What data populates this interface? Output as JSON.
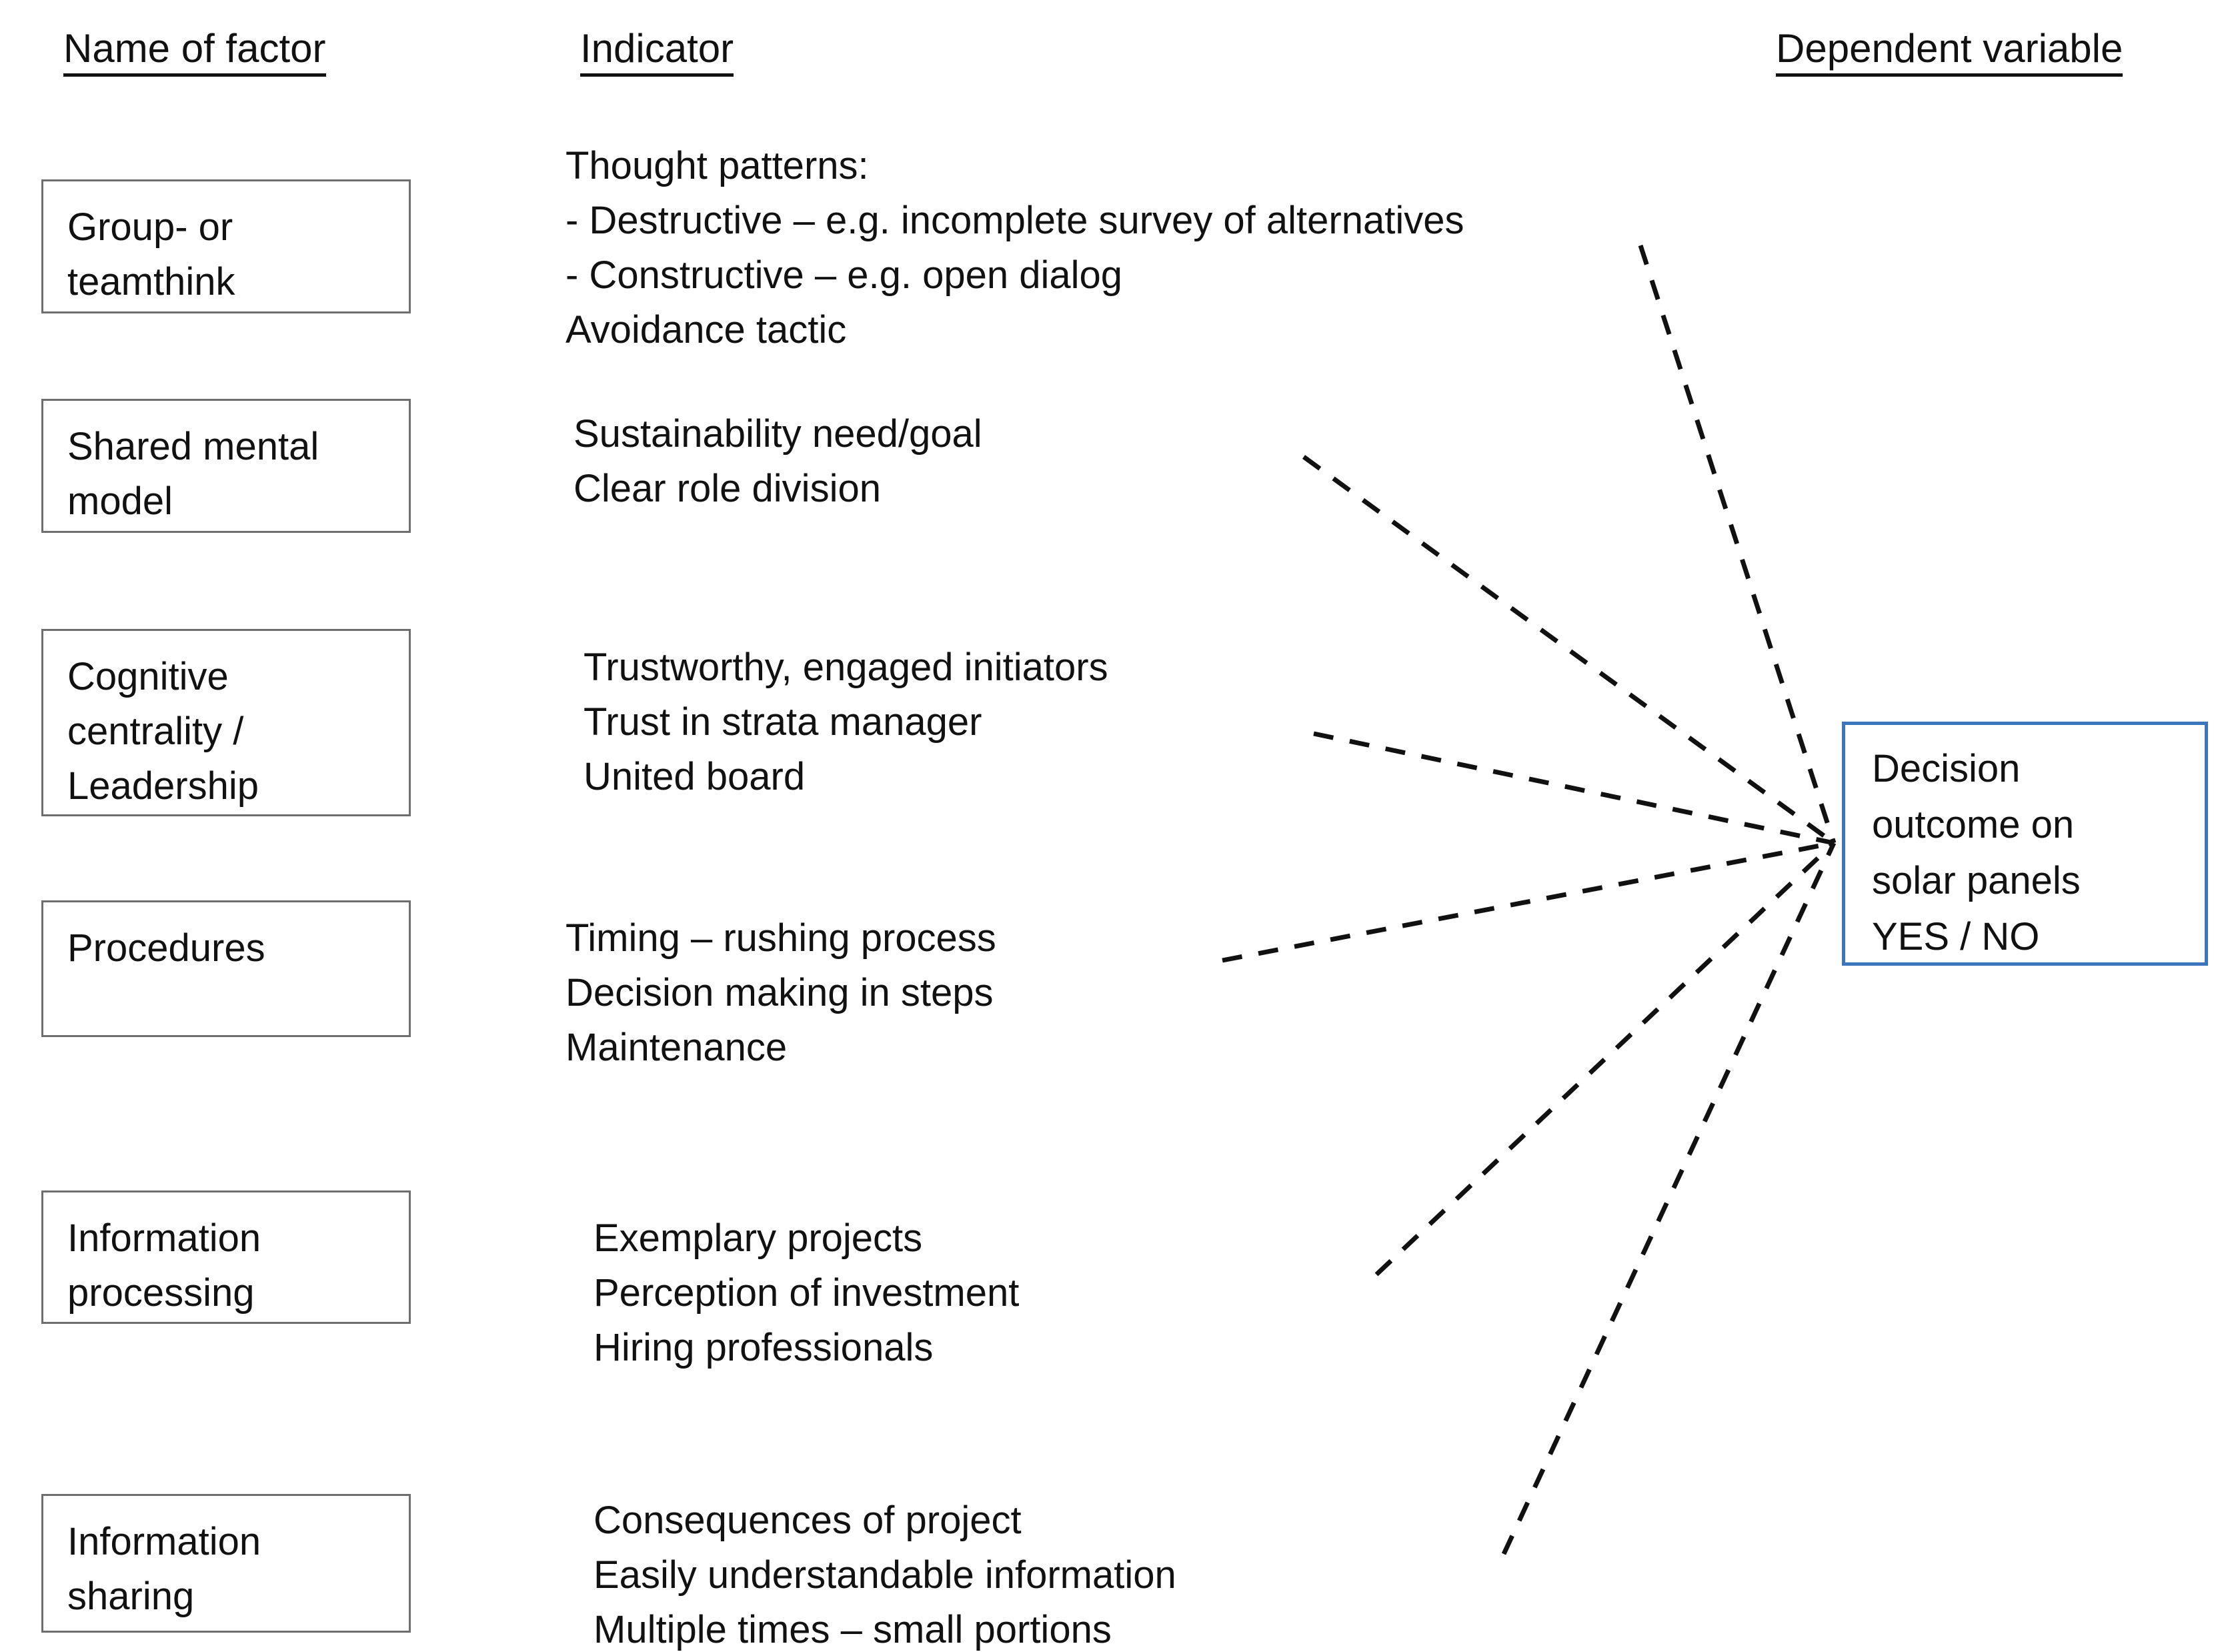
{
  "headers": {
    "name_of_factor": "Name of factor",
    "indicator": "Indicator",
    "dependent_variable": "Dependent variable"
  },
  "factors": [
    {
      "name": "Group- or teamthink",
      "name_lines": [
        "Group- or",
        "teamthink"
      ],
      "indicators": [
        "Thought  patterns:",
        "- Destructive – e.g. incomplete survey of alternatives",
        "- Constructive – e.g. open dialog",
        "Avoidance tactic"
      ]
    },
    {
      "name": "Shared mental model",
      "name_lines": [
        "Shared mental",
        "model"
      ],
      "indicators": [
        "Sustainability need/goal",
        "Clear role division"
      ]
    },
    {
      "name": "Cognitive centrality / Leadership",
      "name_lines": [
        "Cognitive",
        "centrality /",
        "Leadership"
      ],
      "indicators": [
        "Trustworthy, engaged initiators",
        "Trust in strata manager",
        "United board"
      ]
    },
    {
      "name": "Procedures",
      "name_lines": [
        "Procedures"
      ],
      "indicators": [
        "Timing – rushing process",
        "Decision making in steps",
        "Maintenance"
      ]
    },
    {
      "name": "Information processing",
      "name_lines": [
        "Information",
        "processing"
      ],
      "indicators": [
        "Exemplary projects",
        "Perception of investment",
        "Hiring professionals"
      ]
    },
    {
      "name": "Information sharing",
      "name_lines": [
        "Information",
        "sharing"
      ],
      "indicators": [
        "Consequences of project",
        "Easily understandable information",
        "Multiple times – small portions"
      ]
    }
  ],
  "decision": {
    "label": "Decision outcome on solar panels YES / NO",
    "lines": [
      "Decision",
      "outcome on",
      "solar panels",
      "YES / NO"
    ]
  },
  "colors": {
    "text": "#111111",
    "factor_box_border": "#6e6e6e",
    "decision_box_border": "#3b76bc",
    "connector_line": "#111111",
    "background": "#ffffff"
  }
}
